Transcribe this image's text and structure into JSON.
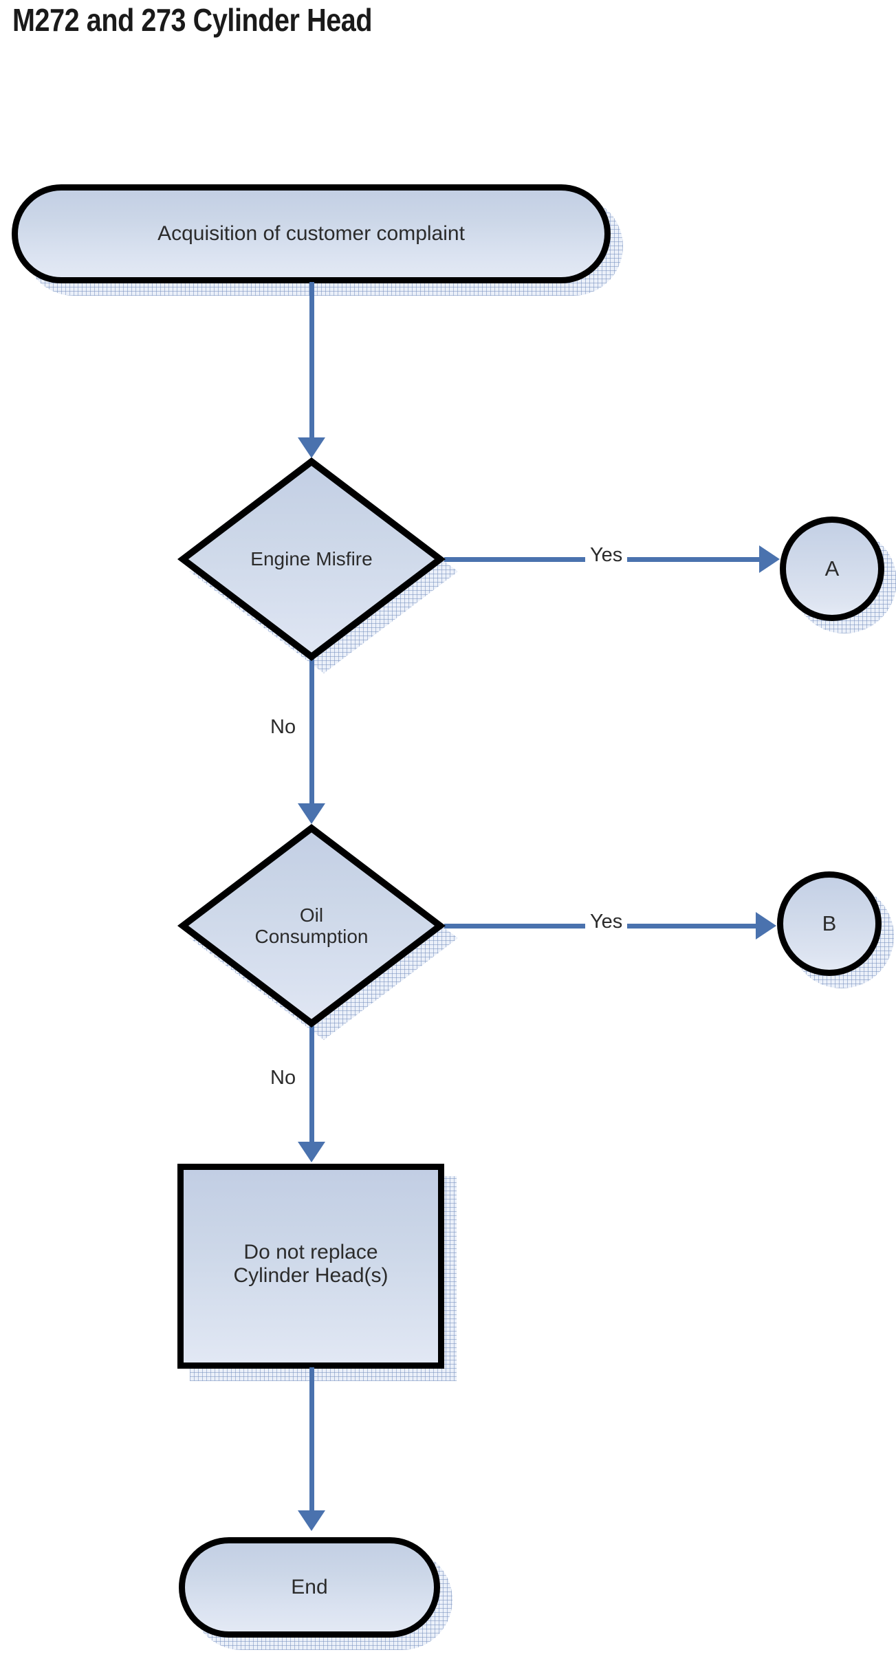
{
  "title": "M272 and 273 Cylinder Head",
  "colors": {
    "edge": "#4a72ae",
    "node_border": "#000000",
    "node_fill_top": "#c2cee4",
    "node_fill_bottom": "#e3e9f4",
    "shadow": "#e8eef8",
    "text": "#2b2b2b",
    "background": "#ffffff"
  },
  "nodes": {
    "start": {
      "label": "Acquisition of customer complaint",
      "shape": "terminator"
    },
    "decision_misfire": {
      "label": "Engine Misfire",
      "shape": "decision"
    },
    "decision_oil": {
      "label": "Oil\nConsumption",
      "shape": "decision"
    },
    "process_no_replace": {
      "label": "Do not replace\nCylinder Head(s)",
      "shape": "process"
    },
    "connector_a": {
      "label": "A",
      "shape": "connector"
    },
    "connector_b": {
      "label": "B",
      "shape": "connector"
    },
    "end": {
      "label": "End",
      "shape": "terminator"
    }
  },
  "edges": {
    "start_to_misfire": {
      "label": ""
    },
    "misfire_yes": {
      "label": "Yes"
    },
    "misfire_no": {
      "label": "No"
    },
    "oil_yes": {
      "label": "Yes"
    },
    "oil_no": {
      "label": "No"
    },
    "process_to_end": {
      "label": ""
    }
  }
}
